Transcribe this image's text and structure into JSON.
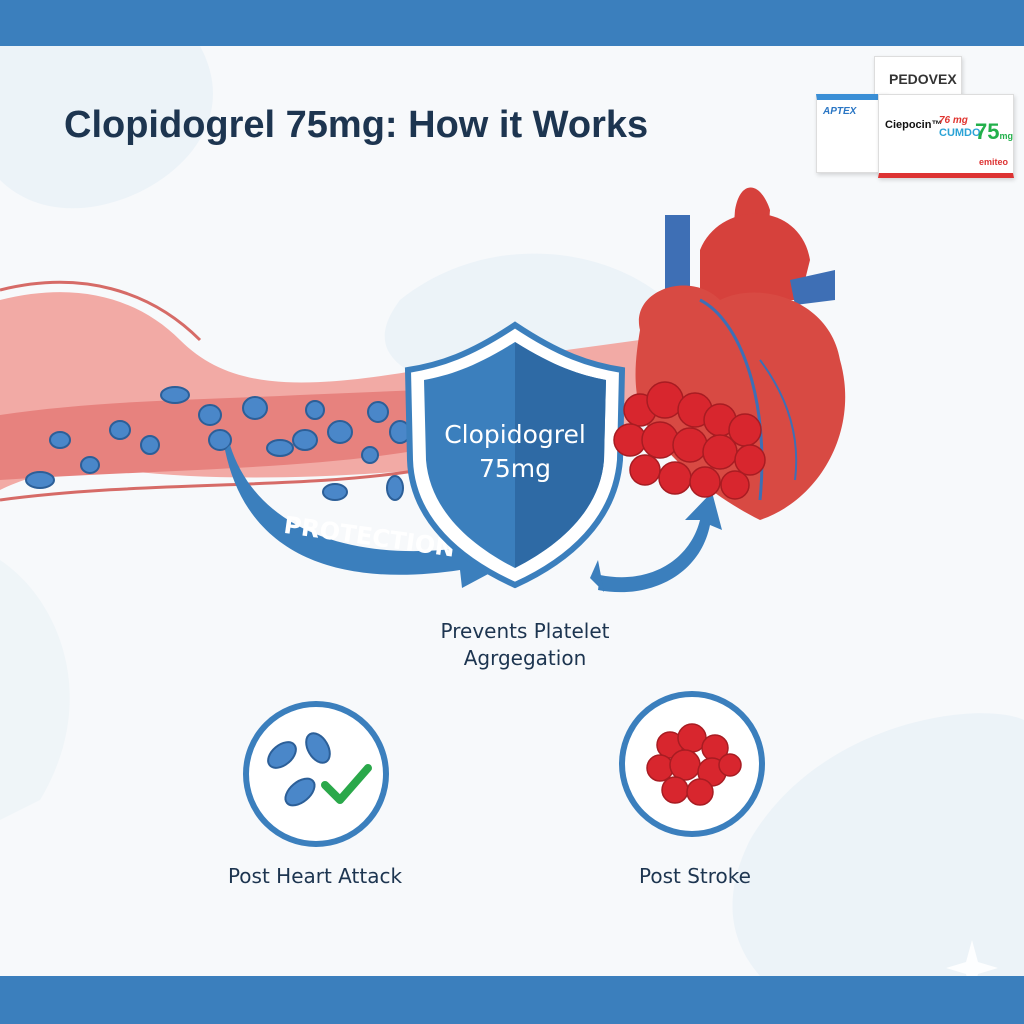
{
  "title": "Clopidogrel 75mg: How it Works",
  "shield": {
    "line1": "Clopidogrel",
    "line2": "75mg"
  },
  "arrow_label": "PROTECTION",
  "mechanism": {
    "line1": "Prevents Platelet",
    "line2": "Agrgegation"
  },
  "indications": [
    {
      "label": "Post Heart Attack",
      "icon": "platelets-check-icon"
    },
    {
      "label": "Post Stroke",
      "icon": "clot-icon"
    }
  ],
  "packages": [
    {
      "brand": "PEDOVEX"
    },
    {
      "brand": "APTEX"
    },
    {
      "brand": "Ciepocin™",
      "strength_small": "76 mg",
      "sub": "CUMDO",
      "strength": "75",
      "unit": "mg",
      "maker": "emiteo"
    }
  ],
  "colors": {
    "band": "#3b7fbd",
    "title": "#1d3550",
    "shield": "#2f6fae",
    "vessel": "#e88a86",
    "heart": "#d6413c",
    "check": "#2aa84a"
  }
}
